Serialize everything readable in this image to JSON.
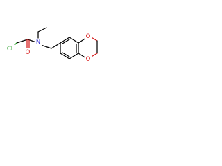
{
  "molecule": {
    "atoms": {
      "cl": {
        "symbol": "Cl",
        "color": "#1c9a1c"
      },
      "n": {
        "symbol": "N",
        "color": "#2b2bd6"
      },
      "o_carbonyl": {
        "symbol": "O",
        "color": "#d61a1a"
      },
      "o_ring_top": {
        "symbol": "O",
        "color": "#d61a1a"
      },
      "o_ring_bottom": {
        "symbol": "O",
        "color": "#d61a1a"
      }
    },
    "bond_color": "#000000",
    "background": "#ffffff"
  }
}
